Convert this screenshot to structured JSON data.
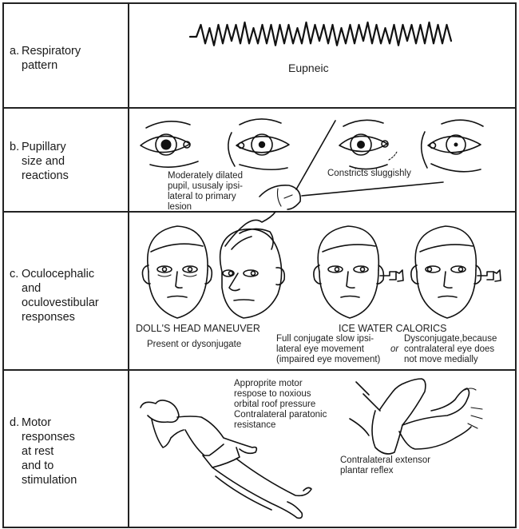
{
  "rows": [
    {
      "letter": "a.",
      "label_lines": [
        "Respiratory",
        "pattern"
      ],
      "captions": {
        "pattern_name": "Eupneic"
      }
    },
    {
      "letter": "b.",
      "label_lines": [
        "Pupillary",
        "size and",
        "reactions"
      ],
      "captions": {
        "dilated_note": "Moderately dilated\npupil, ususaly ipsi-\nlateral to primary\nlesion",
        "constricts_note": "Constricts sluggishly"
      }
    },
    {
      "letter": "c.",
      "label_lines": [
        "Oculocephalic",
        "and",
        "oculovestibular",
        "responses"
      ],
      "captions": {
        "dolls_head_title": "DOLL'S HEAD MANEUVER",
        "dolls_head_result": "Present or dysonjugate",
        "ice_water_title": "ICE WATER CALORICS",
        "ice_water_left": "Full conjugate slow ipsi-\nlateral eye movement\n(impaired eye movement)",
        "ice_water_or": "or",
        "ice_water_right": "Dysconjugate,because\ncontralateral eye does\nnot move medially"
      }
    },
    {
      "letter": "d.",
      "label_lines": [
        "Motor",
        "responses",
        "at rest",
        "and to",
        "stimulation"
      ],
      "captions": {
        "motor_note": "Approprite motor\nrespose to noxious\norbital roof pressure\nContralateral paratonic\nresistance",
        "plantar_note": "Contralateral extensor\nplantar reflex"
      }
    }
  ],
  "illustrations": {
    "row_a": "respiratory-waveform",
    "row_b": [
      "dilated-eye-left",
      "normal-eye",
      "light-stimulus-penlight",
      "constricting-eye",
      "small-pupil-eye"
    ],
    "row_c": [
      "face-front",
      "face-turned-with-hand",
      "face-caloric-conjugate",
      "face-caloric-dysconjugate"
    ],
    "row_d": [
      "supine-patient",
      "plantar-reflex-feet"
    ]
  }
}
